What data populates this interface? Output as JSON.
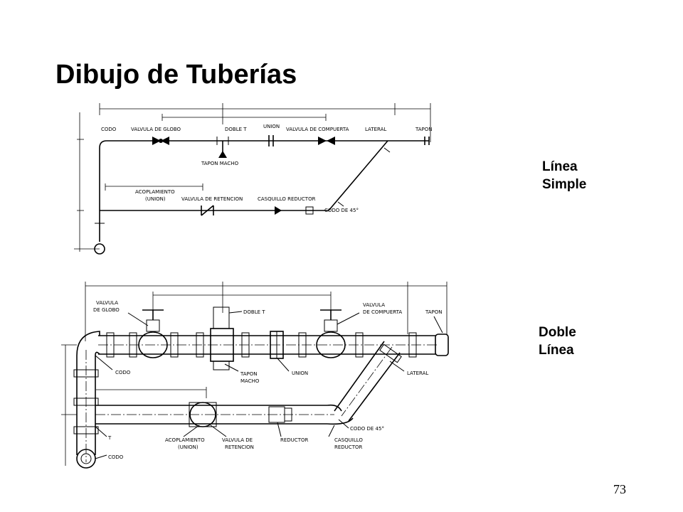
{
  "title": "Dibujo de Tuberías",
  "labels": {
    "single_line": [
      "Línea",
      "Simple"
    ],
    "double_line": [
      "Doble",
      "Línea"
    ]
  },
  "page_number": "73",
  "single_line_diagram": {
    "codo": "CODO",
    "valvula_globo": "VALVULA DE GLOBO",
    "doble_t": "DOBLE T",
    "union": "UNION",
    "valvula_compuerta": "VALVULA DE COMPUERTA",
    "lateral": "LATERAL",
    "tapon": "TAPON",
    "tapon_macho": "TAPON MACHO",
    "acoplamiento": "ACOPLAMIENTO",
    "acoplamiento_sub": "(UNION)",
    "valvula_retencion": "VALVULA DE RETENCION",
    "casquillo_reductor": "CASQUILLO REDUCTOR",
    "codo_45": "CODO DE 45°"
  },
  "double_line_diagram": {
    "valvula_globo_1": "VALVULA",
    "valvula_globo_2": "DE GLOBO",
    "doble_t": "DOBLE T",
    "valvula_compuerta_1": "VALVULA",
    "valvula_compuerta_2": "DE COMPUERTA",
    "tapon": "TAPON",
    "codo_top": "CODO",
    "tapon_macho_1": "TAPON",
    "tapon_macho_2": "MACHO",
    "union": "UNION",
    "lateral": "LATERAL",
    "codo_45": "CODO DE 45°",
    "t": "T",
    "acoplamiento_1": "ACOPLAMIENTO",
    "acoplamiento_2": "(UNION)",
    "valvula_retencion_1": "VALVULA DE",
    "valvula_retencion_2": "RETENCION",
    "reductor": "REDUCTOR",
    "casquillo_1": "CASQUILLO",
    "casquillo_2": "REDUCTOR",
    "codo_bottom": "CODO"
  }
}
